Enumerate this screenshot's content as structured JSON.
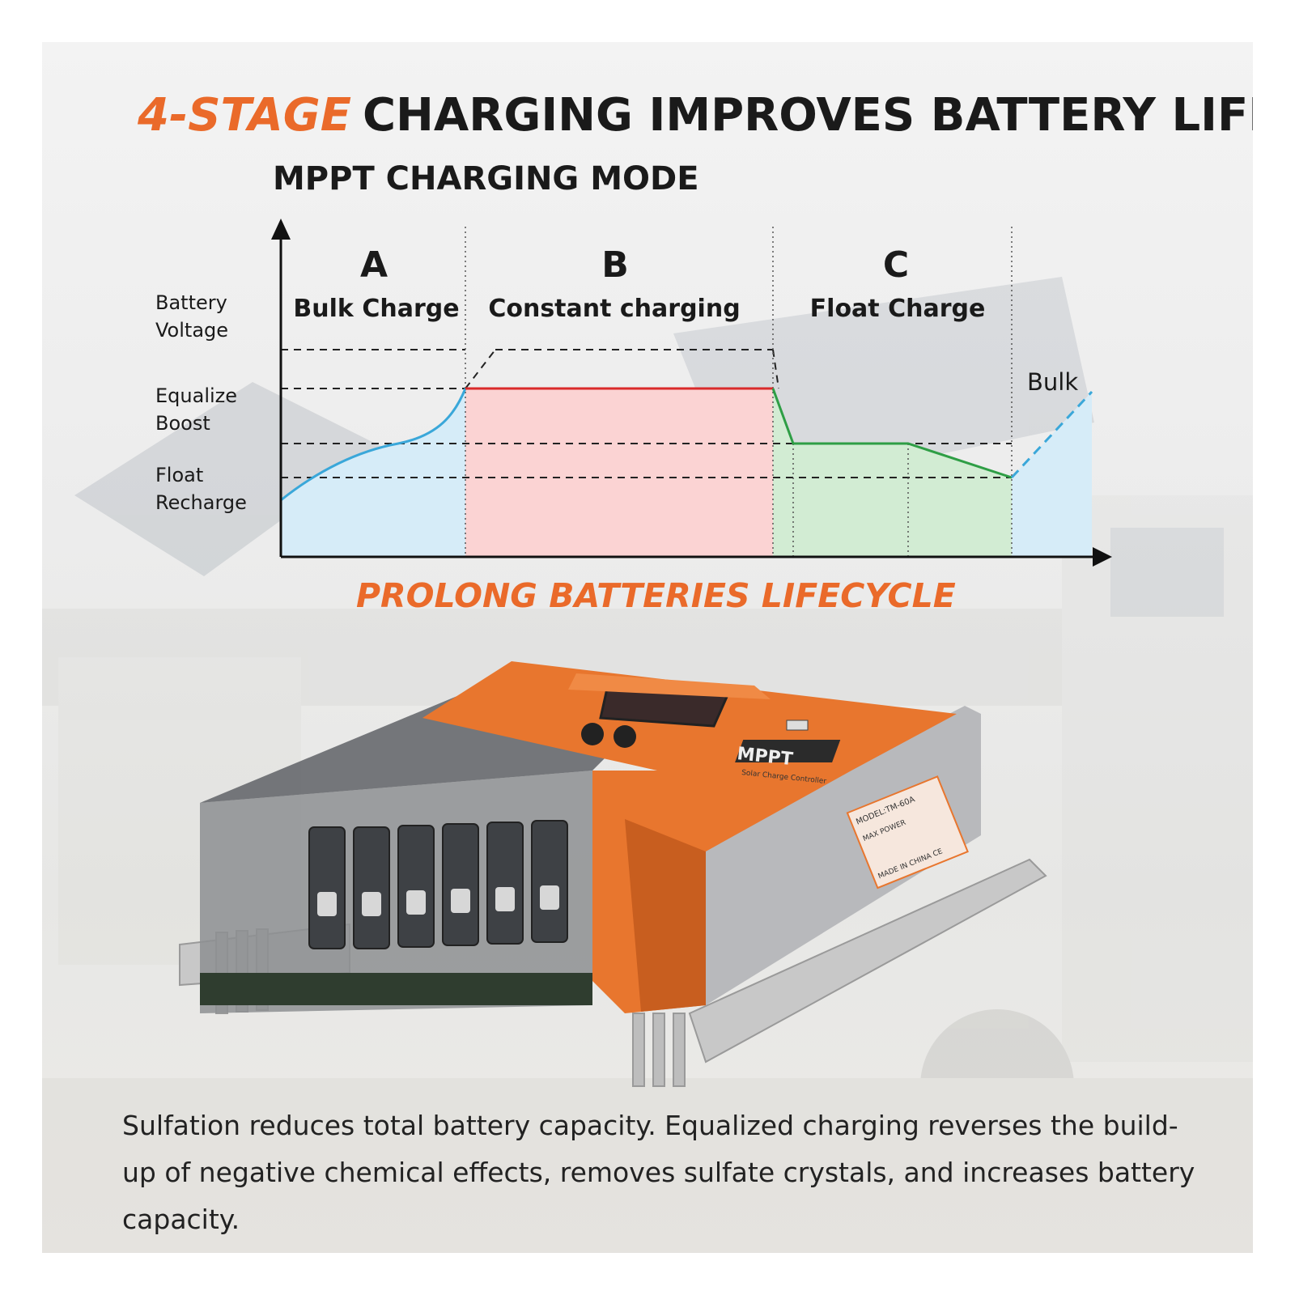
{
  "headline": {
    "accent": "4-STAGE",
    "rest": "CHARGING IMPROVES BATTERY LIFE"
  },
  "chart_data": {
    "type": "diagram",
    "title": "MPPT CHARGING MODE",
    "y_labels": [
      "Battery Voltage",
      "Equalize Boost",
      "Float Recharge"
    ],
    "stages": [
      {
        "letter": "A",
        "name": "Bulk Charge",
        "color": "#d6ecf8",
        "line_color": "#3aa7d9"
      },
      {
        "letter": "B",
        "name": "Constant charging",
        "color": "#fbd3d3",
        "line_color": "#d92b2b"
      },
      {
        "letter": "C",
        "name": "Float Charge",
        "color": "#d2ecd3",
        "line_color": "#2e9e45"
      }
    ],
    "trailing_label": "Bulk"
  },
  "subheadline": "PROLONG BATTERIES LIFECYCLE",
  "product": {
    "brand": "MPPT",
    "subtitle": "Solar Charge Controller",
    "label_lines": [
      "MODEL:TM-60A",
      "MAX POWER",
      "MADE IN CHINA CE"
    ]
  },
  "description": "Sulfation reduces total battery capacity. Equalized charging reverses the build-up of negative chemical effects, removes sulfate crystals, and increases battery capacity.",
  "colors": {
    "accent": "#ea6a2a",
    "device_orange": "#e8762e",
    "text_dark": "#1a1a1a"
  }
}
